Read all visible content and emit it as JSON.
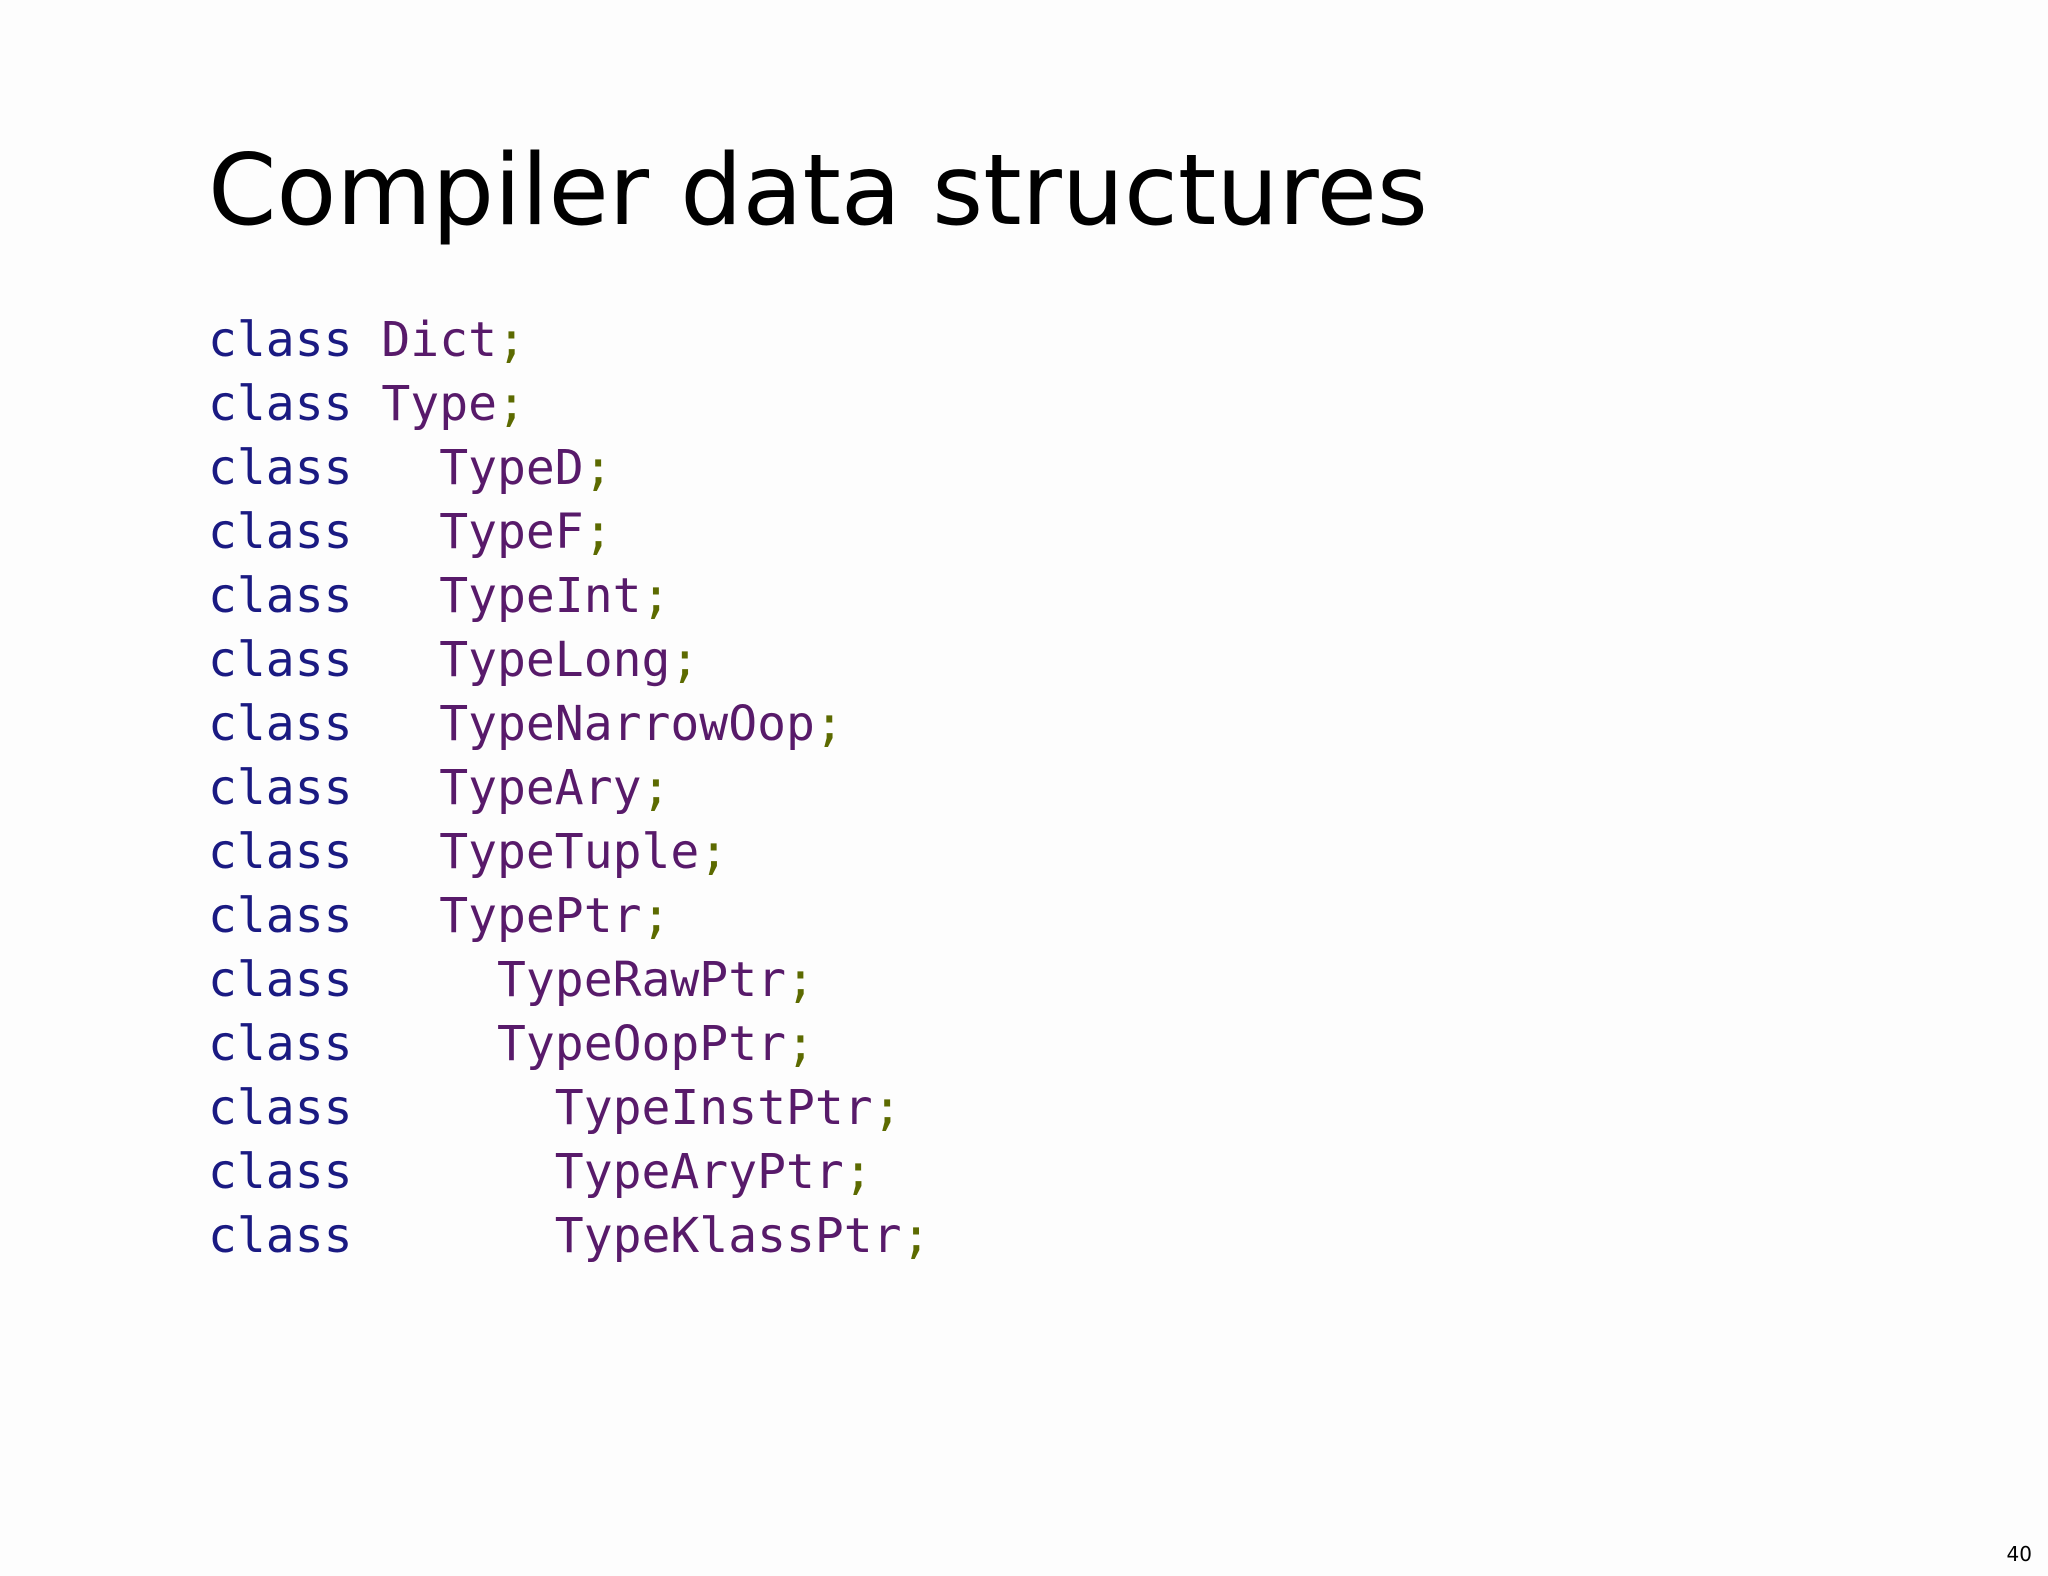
{
  "slide": {
    "title": "Compiler data structures",
    "page_number": "40"
  },
  "colors": {
    "keyword": "#1a1a82",
    "class_name": "#581a6a",
    "punctuation": "#5c6a00",
    "title": "#000000"
  },
  "code": {
    "lines": [
      {
        "keyword": "class",
        "indent": 1,
        "name": "Dict",
        "punct": ";"
      },
      {
        "keyword": "class",
        "indent": 1,
        "name": "Type",
        "punct": ";"
      },
      {
        "keyword": "class",
        "indent": 3,
        "name": "TypeD",
        "punct": ";"
      },
      {
        "keyword": "class",
        "indent": 3,
        "name": "TypeF",
        "punct": ";"
      },
      {
        "keyword": "class",
        "indent": 3,
        "name": "TypeInt",
        "punct": ";"
      },
      {
        "keyword": "class",
        "indent": 3,
        "name": "TypeLong",
        "punct": ";"
      },
      {
        "keyword": "class",
        "indent": 3,
        "name": "TypeNarrowOop",
        "punct": ";"
      },
      {
        "keyword": "class",
        "indent": 3,
        "name": "TypeAry",
        "punct": ";"
      },
      {
        "keyword": "class",
        "indent": 3,
        "name": "TypeTuple",
        "punct": ";"
      },
      {
        "keyword": "class",
        "indent": 3,
        "name": "TypePtr",
        "punct": ";"
      },
      {
        "keyword": "class",
        "indent": 5,
        "name": "TypeRawPtr",
        "punct": ";"
      },
      {
        "keyword": "class",
        "indent": 5,
        "name": "TypeOopPtr",
        "punct": ";"
      },
      {
        "keyword": "class",
        "indent": 7,
        "name": "TypeInstPtr",
        "punct": ";"
      },
      {
        "keyword": "class",
        "indent": 7,
        "name": "TypeAryPtr",
        "punct": ";"
      },
      {
        "keyword": "class",
        "indent": 7,
        "name": "TypeKlassPtr",
        "punct": ";"
      }
    ]
  }
}
